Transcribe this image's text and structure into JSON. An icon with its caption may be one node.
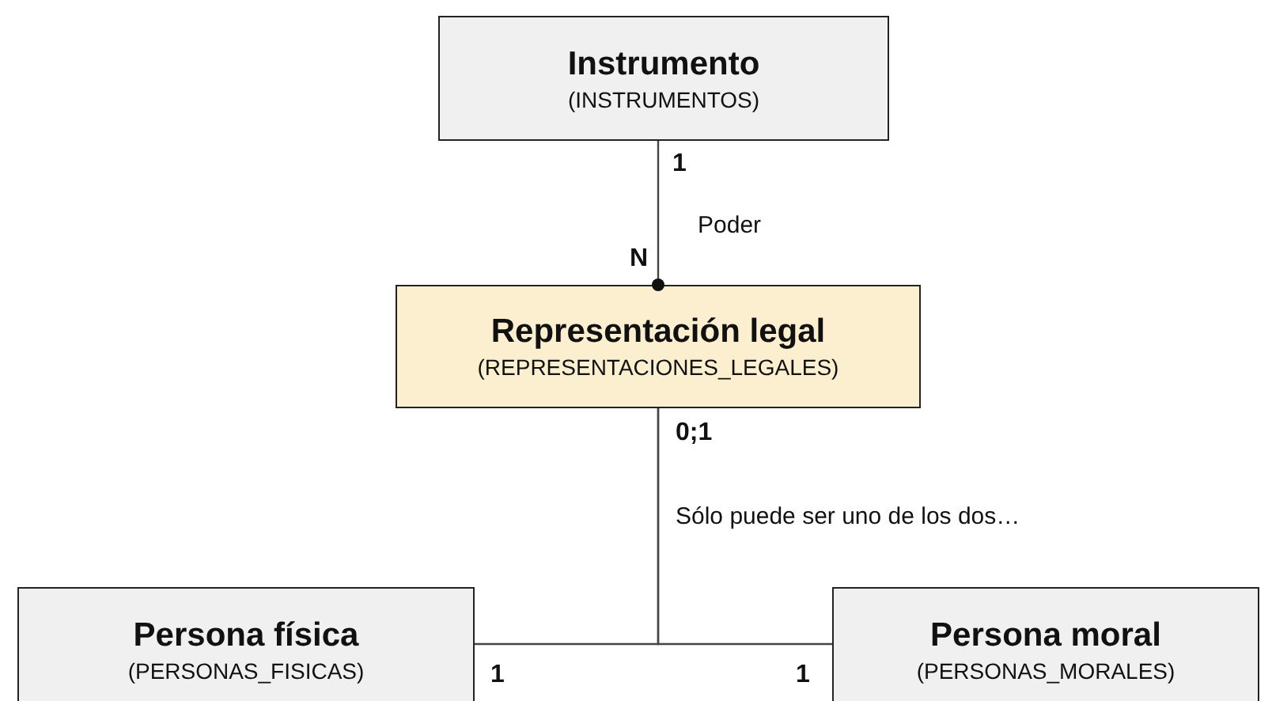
{
  "diagram": {
    "nodes": [
      {
        "text": [
          "Instrumento",
          "(INSTRUMENTOS)"
        ]
      },
      {
        "text": [
          "Representación legal",
          "(REPRESENTACIONES_LEGALES)"
        ]
      },
      {
        "text": [
          "Persona física",
          "(PERSONAS_FISICAS)"
        ]
      },
      {
        "text": [
          "Persona moral",
          "(PERSONAS_MORALES)"
        ]
      }
    ],
    "edges": [
      {
        "from": 0,
        "to": 1,
        "arrow": "other",
        "label": "Poder"
      },
      {
        "from": 1,
        "to": 2,
        "arrow": "none"
      },
      {
        "from": 1,
        "to": 3,
        "arrow": "none"
      }
    ],
    "labels": [
      "1",
      "N",
      "0;1",
      "Sólo puede ser uno de los dos…",
      "1",
      "1"
    ]
  }
}
